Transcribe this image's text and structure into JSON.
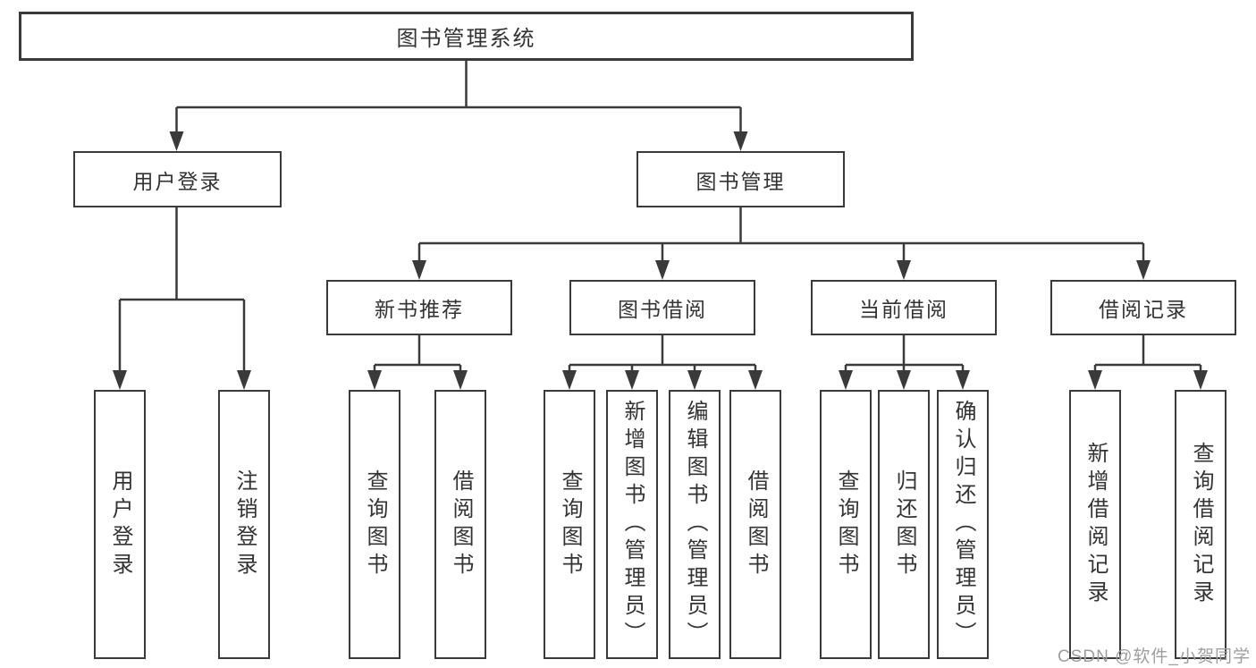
{
  "diagram": {
    "root": "图书管理系统",
    "branches": [
      {
        "label": "用户登录",
        "children": [
          "用户登录",
          "注销登录"
        ]
      },
      {
        "label": "图书管理",
        "groups": [
          {
            "label": "新书推荐",
            "children": [
              "查询图书",
              "借阅图书"
            ]
          },
          {
            "label": "图书借阅",
            "children": [
              "查询图书",
              "新增图书（管理员）",
              "编辑图书（管理员）",
              "借阅图书"
            ]
          },
          {
            "label": "当前借阅",
            "children": [
              "查询图书",
              "归还图书",
              "确认归还（管理员）"
            ]
          },
          {
            "label": "借阅记录",
            "children": [
              "新增借阅记录",
              "查询借阅记录"
            ]
          }
        ]
      }
    ]
  },
  "watermark": "CSDN @软件_小贺同学",
  "colors": {
    "line": "#3a3a3a",
    "text": "#333333",
    "background": "#ffffff",
    "watermark": "#9e9e9e"
  }
}
